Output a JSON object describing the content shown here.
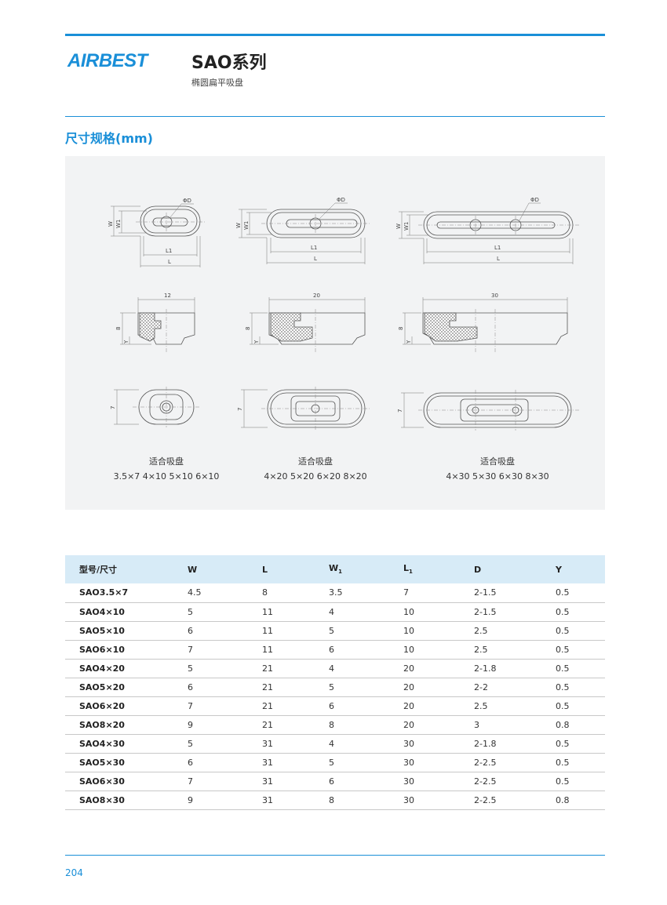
{
  "header": {
    "logo": "AIRBEST",
    "series_title": "SAO系列",
    "series_subtitle": "椭圆扁平吸盘"
  },
  "section_title": "尺寸规格(mm)",
  "drawings": {
    "dim_labels": {
      "phi_d": "ΦD",
      "w": "W",
      "w1": "W1",
      "l1": "L1",
      "l": "L",
      "h": "8",
      "y": "Y",
      "bottom_h": "7"
    },
    "groups": [
      {
        "length": "12",
        "fit_title": "适合吸盘",
        "fit_sizes": "3.5×7  4×10  5×10  6×10"
      },
      {
        "length": "20",
        "fit_title": "适合吸盘",
        "fit_sizes": "4×20  5×20  6×20  8×20"
      },
      {
        "length": "30",
        "fit_title": "适合吸盘",
        "fit_sizes": "4×30  5×30  6×30  8×30"
      }
    ]
  },
  "table": {
    "headers": [
      "型号/尺寸",
      "W",
      "L",
      "W",
      "L",
      "D",
      "Y"
    ],
    "header_subs": [
      "",
      "",
      "",
      "1",
      "1",
      "",
      ""
    ],
    "rows": [
      [
        "SAO3.5×7",
        "4.5",
        "8",
        "3.5",
        "7",
        "2-1.5",
        "0.5"
      ],
      [
        "SAO4×10",
        "5",
        "11",
        "4",
        "10",
        "2-1.5",
        "0.5"
      ],
      [
        "SAO5×10",
        "6",
        "11",
        "5",
        "10",
        "2.5",
        "0.5"
      ],
      [
        "SAO6×10",
        "7",
        "11",
        "6",
        "10",
        "2.5",
        "0.5"
      ],
      [
        "SAO4×20",
        "5",
        "21",
        "4",
        "20",
        "2-1.8",
        "0.5"
      ],
      [
        "SAO5×20",
        "6",
        "21",
        "5",
        "20",
        "2-2",
        "0.5"
      ],
      [
        "SAO6×20",
        "7",
        "21",
        "6",
        "20",
        "2.5",
        "0.5"
      ],
      [
        "SAO8×20",
        "9",
        "21",
        "8",
        "20",
        "3",
        "0.8"
      ],
      [
        "SAO4×30",
        "5",
        "31",
        "4",
        "30",
        "2-1.8",
        "0.5"
      ],
      [
        "SAO5×30",
        "6",
        "31",
        "5",
        "30",
        "2-2.5",
        "0.5"
      ],
      [
        "SAO6×30",
        "7",
        "31",
        "6",
        "30",
        "2-2.5",
        "0.5"
      ],
      [
        "SAO8×30",
        "9",
        "31",
        "8",
        "30",
        "2-2.5",
        "0.8"
      ]
    ]
  },
  "footer": {
    "page_number": "204"
  },
  "colors": {
    "accent": "#1a8fd8",
    "header_fill": "#d7ebf7",
    "panel": "#f2f3f4"
  }
}
